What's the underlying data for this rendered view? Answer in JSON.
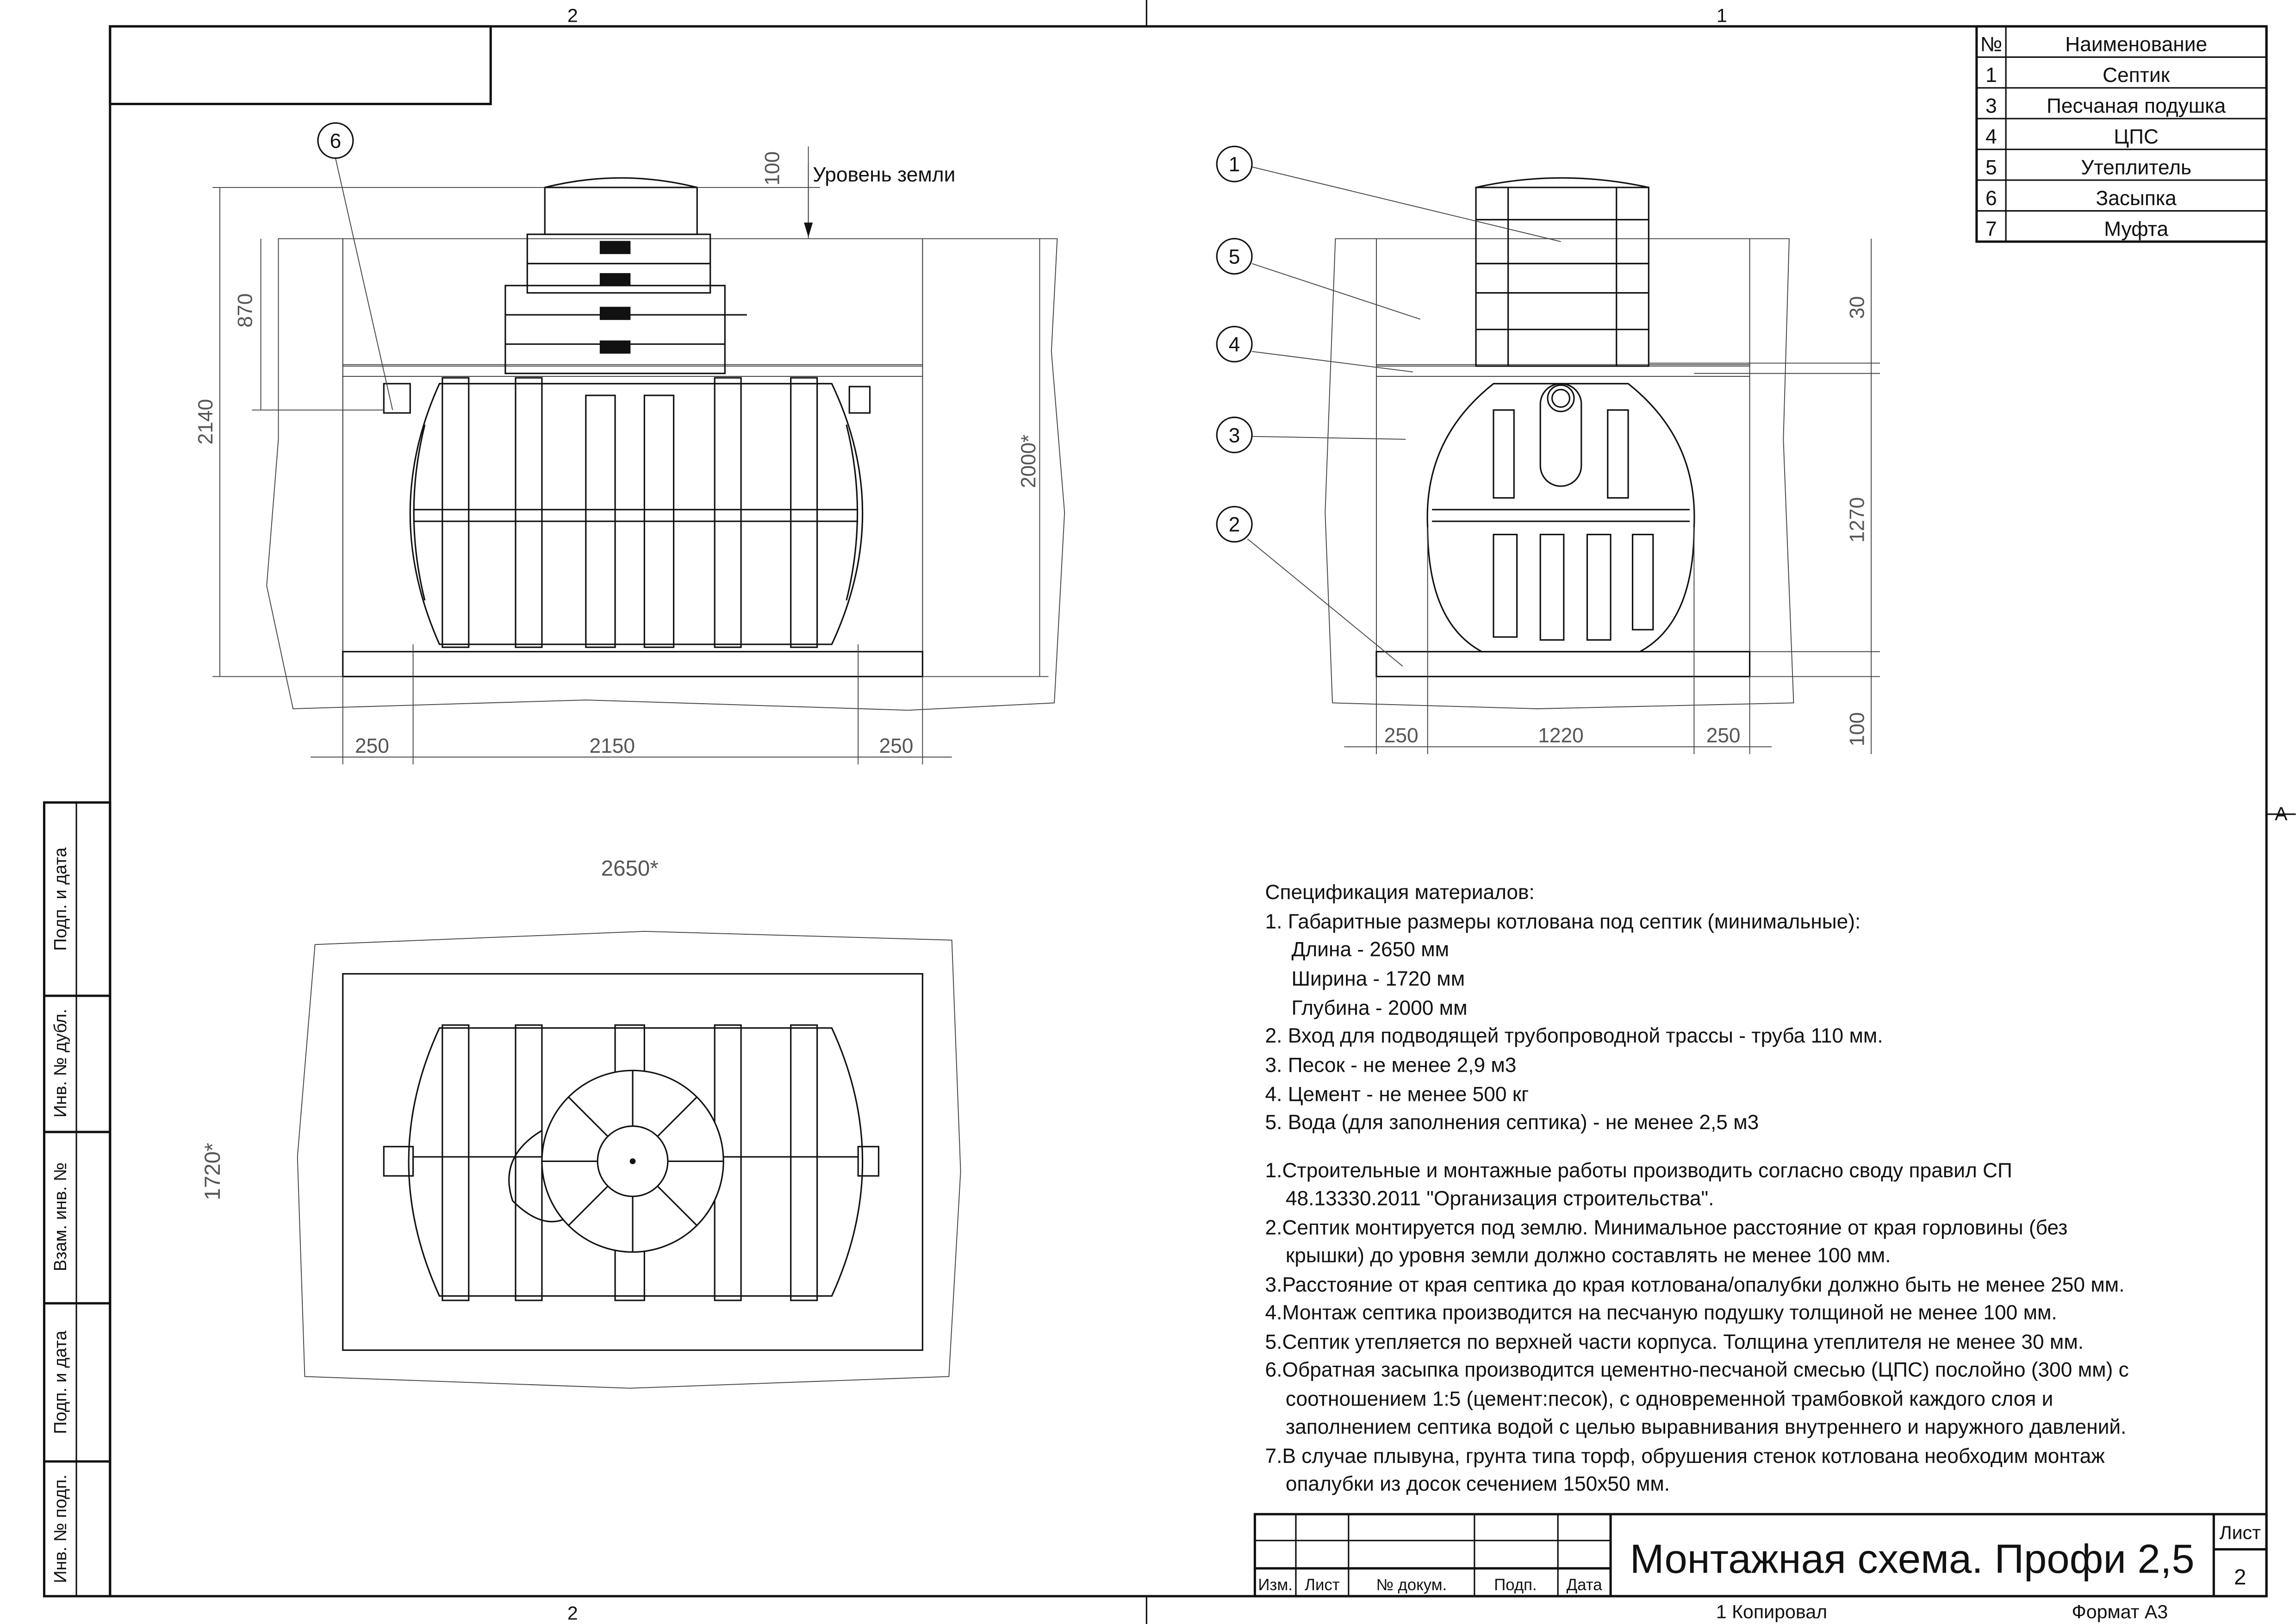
{
  "zone_labels": {
    "top_left": "2",
    "top_right": "1",
    "bottom_left": "2",
    "side": "A"
  },
  "parts_table": {
    "header": {
      "num": "№",
      "name": "Наименование"
    },
    "rows": [
      {
        "num": "1",
        "name": "Септик"
      },
      {
        "num": "3",
        "name": "Песчаная подушка"
      },
      {
        "num": "4",
        "name": "ЦПС"
      },
      {
        "num": "5",
        "name": "Утеплитель"
      },
      {
        "num": "6",
        "name": "Засыпка"
      },
      {
        "num": "7",
        "name": "Муфта"
      }
    ]
  },
  "side_stamp": [
    "Подп. и дата",
    "Инв. № дубл.",
    "Взам. инв. №",
    "Подп. и дата",
    "Инв. № подп."
  ],
  "front_view": {
    "ground_level_label": "Уровень земли",
    "dims": {
      "top_gap": "100",
      "insulation": "870",
      "total_depth": "2140",
      "pit_depth": "2000*",
      "left_gap": "250",
      "length": "2150",
      "right_gap": "250"
    },
    "callout": "6"
  },
  "side_view": {
    "callouts": [
      "1",
      "5",
      "4",
      "3",
      "2"
    ],
    "dims": {
      "insulation": "30",
      "height": "1270",
      "bottom": "100",
      "left_gap": "250",
      "width": "1220",
      "right_gap": "250"
    }
  },
  "plan_view": {
    "dims": {
      "length": "2650*",
      "width": "1720*"
    }
  },
  "spec": {
    "title": "Спецификация материалов:",
    "lines": [
      "1. Габаритные размеры котлована под септик (минимальные):",
      "    Длина - 2650 мм",
      "    Ширина - 1720 мм",
      "    Глубина - 2000 мм",
      "2. Вход для подводящей трубопроводной трассы - труба 110 мм.",
      "3. Песок - не менее 2,9 м3",
      "4. Цемент - не менее 500 кг",
      "5. Вода (для заполнения септика) - не менее 2,5 м3"
    ],
    "notes": [
      "1.Строительные и монтажные работы производить согласно своду правил СП",
      "   48.13330.2011 \"Организация строительства\".",
      "2.Септик монтируется под землю. Минимальное расстояние от края горловины (без",
      "   крышки) до уровня земли должно составлять не менее 100 мм.",
      "3.Расстояние от края септика до края котлована/опалубки должно быть не менее 250 мм.",
      "4.Монтаж септика производится на песчаную подушку толщиной не менее 100 мм.",
      "5.Септик утепляется по верхней части корпуса. Толщина утеплителя не менее 30 мм.",
      "6.Обратная засыпка производится цементно-песчаной смесью (ЦПС) послойно (300 мм) с",
      "   соотношением 1:5 (цемент:песок), с одновременной трамбовкой каждого слоя и",
      "   заполнением септика водой с целью выравнивания внутреннего и наружного давлений.",
      "7.В случае плывуна, грунта типа торф, обрушения стенок котлована необходим монтаж",
      "   опалубки из досок сечением 150х50 мм."
    ]
  },
  "title_block": {
    "title": "Монтажная схема. Профи 2,5",
    "cols": [
      "Изм.",
      "Лист",
      "№ докум.",
      "Подп.",
      "Дата"
    ],
    "sheet_label": "Лист",
    "sheet_num": "2",
    "copied": "1  Копировал",
    "format": "Формат А3"
  }
}
